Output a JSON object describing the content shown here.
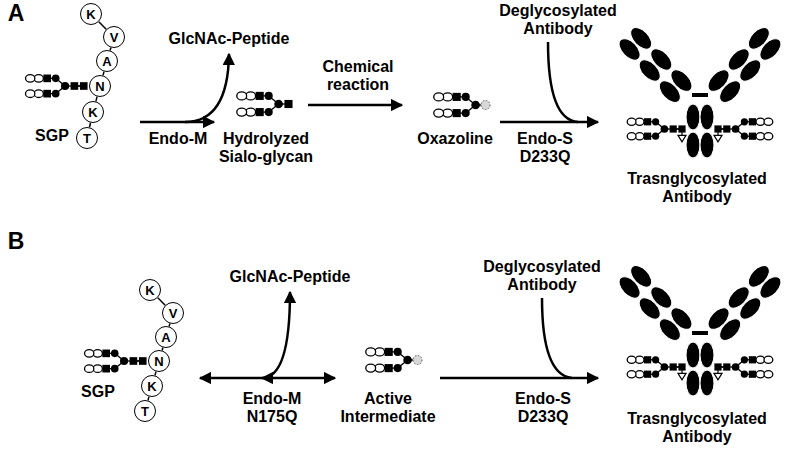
{
  "diagram": {
    "nodes": [
      {
        "text": [
          "K"
        ]
      },
      {
        "text": [
          "V"
        ]
      },
      {
        "text": [
          "A"
        ]
      },
      {
        "text": [
          "N"
        ]
      },
      {
        "text": [
          "K"
        ]
      },
      {
        "text": [
          "T"
        ]
      },
      {
        "text": [
          "K"
        ]
      },
      {
        "text": [
          "V"
        ]
      },
      {
        "text": [
          "A"
        ]
      },
      {
        "text": [
          "N"
        ]
      },
      {
        "text": [
          "K"
        ]
      },
      {
        "text": [
          "T"
        ]
      }
    ],
    "edges": [
      {
        "from": 0,
        "to": 1,
        "arrow": "none"
      },
      {
        "from": 1,
        "to": 2,
        "arrow": "none"
      },
      {
        "from": 2,
        "to": 3,
        "arrow": "none"
      },
      {
        "from": 3,
        "to": 4,
        "arrow": "none"
      },
      {
        "from": 4,
        "to": 5,
        "arrow": "none"
      },
      {
        "from": 6,
        "to": 7,
        "arrow": "none"
      },
      {
        "from": 7,
        "to": 8,
        "arrow": "none"
      },
      {
        "from": 8,
        "to": 9,
        "arrow": "none"
      },
      {
        "from": 9,
        "to": 10,
        "arrow": "none"
      },
      {
        "from": 10,
        "to": 11,
        "arrow": "none"
      }
    ],
    "labels": [
      "A",
      "SGP",
      "GlcNAc-Peptide",
      "Endo-M",
      "Hydrolyzed Sialo-glycan",
      "Chemical reaction",
      "Oxazoline",
      "Deglycosylated Antibody",
      "Endo-S D233Q",
      "Trasnglycosylated Antibody",
      "B",
      "SGP",
      "GlcNAc-Peptide",
      "Endo-M N175Q",
      "Active Intermediate",
      "Deglycosylated Antibody",
      "Endo-S D233Q",
      "Trasnglycosylated Antibody"
    ]
  }
}
